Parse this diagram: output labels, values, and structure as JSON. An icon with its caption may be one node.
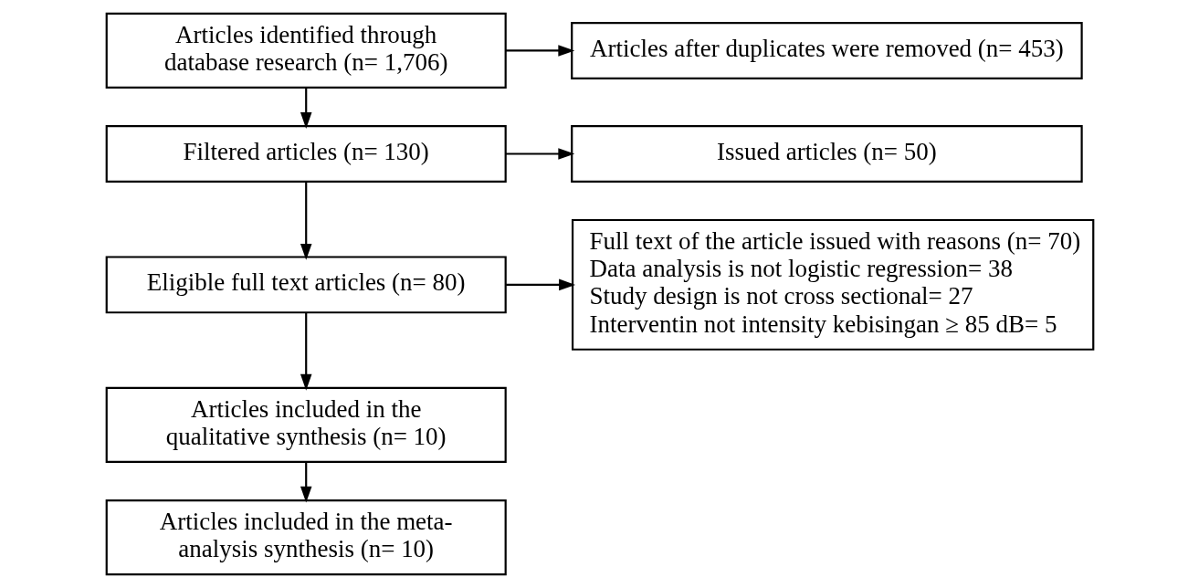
{
  "diagram": {
    "nodes": [
      {
        "text": [
          "Articles identified through database research (n= 1,706)"
        ]
      },
      {
        "text": [
          "Articles after duplicates were removed (n= 453)"
        ]
      },
      {
        "text": [
          "Filtered articles (n= 130)"
        ]
      },
      {
        "text": [
          "Issued articles (n= 50)"
        ]
      },
      {
        "text": [
          "Eligible full text articles (n= 80)"
        ]
      },
      {
        "text": [
          "Full text of the article issued with reasons (n= 70)",
          "Data analysis is not logistic regression= 38",
          "Study design is not cross sectional= 27",
          "Interventin not intensity kebisingan ≥ 85 dB= 5"
        ]
      },
      {
        "text": [
          "Articles included in the qualitative synthesis (n= 10)"
        ]
      },
      {
        "text": [
          "Articles included in the meta-analysis synthesis (n= 10)"
        ]
      }
    ],
    "edges": [
      {
        "from": 0,
        "to": 1,
        "arrow": "to"
      },
      {
        "from": 0,
        "to": 2,
        "arrow": "to"
      },
      {
        "from": 2,
        "to": 3,
        "arrow": "to"
      },
      {
        "from": 2,
        "to": 4,
        "arrow": "to"
      },
      {
        "from": 4,
        "to": 5,
        "arrow": "to"
      },
      {
        "from": 4,
        "to": 6,
        "arrow": "to"
      },
      {
        "from": 6,
        "to": 7,
        "arrow": "to"
      }
    ]
  }
}
